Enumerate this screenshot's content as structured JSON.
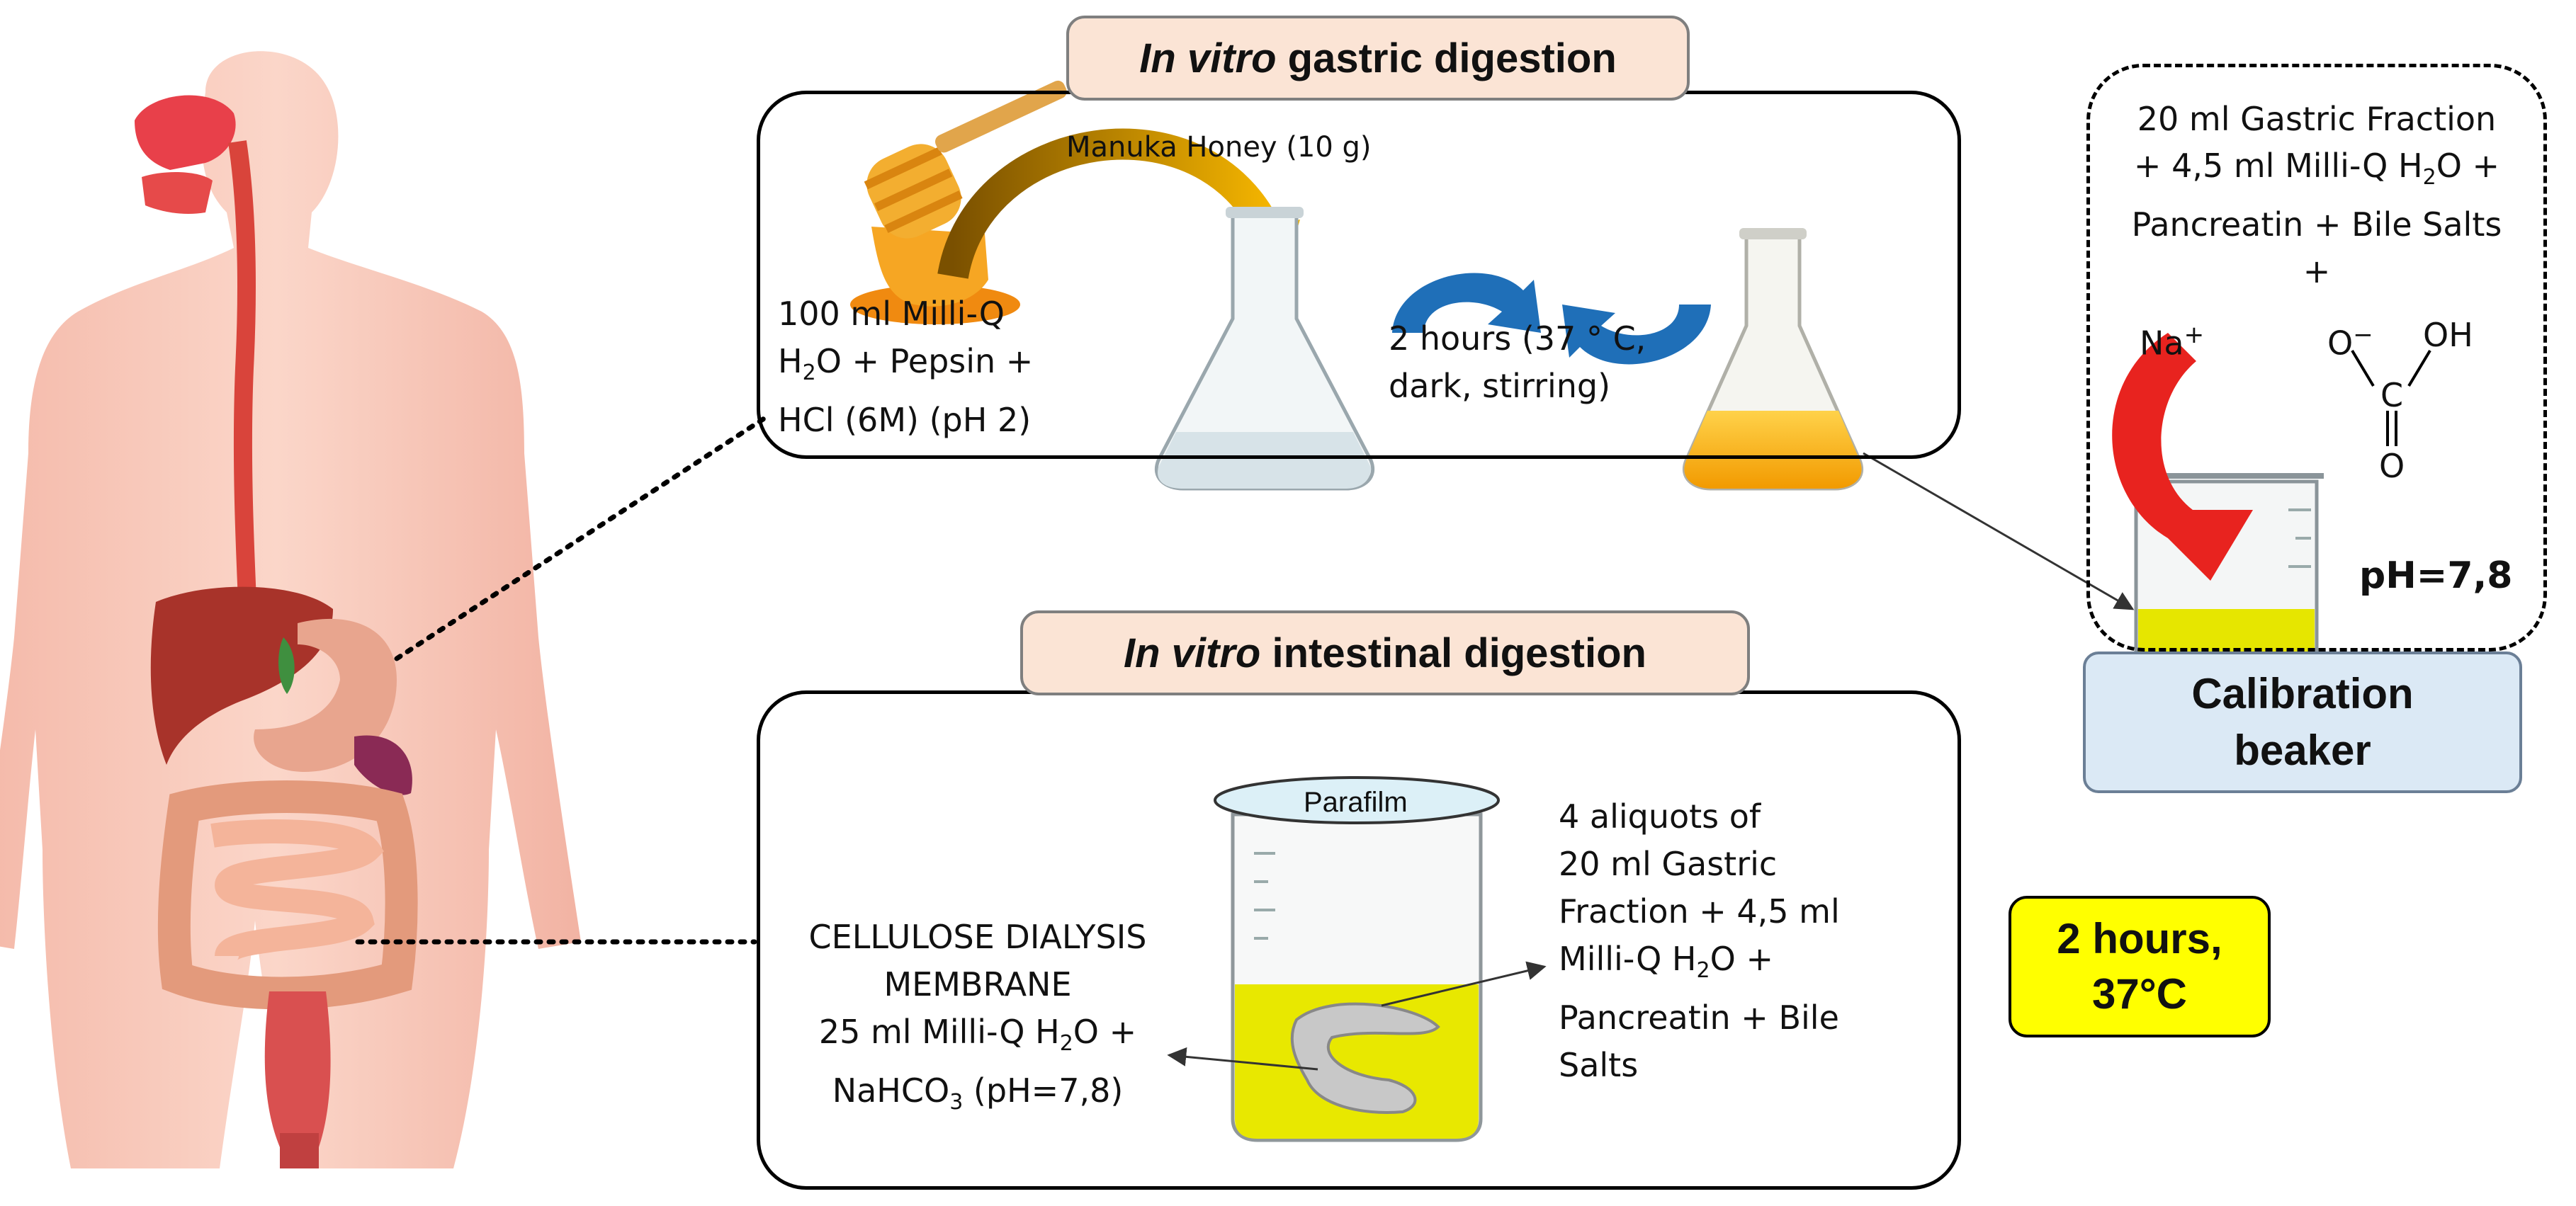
{
  "gastric": {
    "title_italic": "In vitro",
    "title_rest": " gastric digestion",
    "honey_label": "Manuka Honey (10 g)",
    "medium_line1": "100 ml Milli-Q",
    "medium_line2_pre": "H",
    "medium_line2_sub": "2",
    "medium_line2_post": "O + Pepsin +",
    "medium_line3": "HCl (6M) (pH 2)",
    "incubation_line1": "2 hours (37 ° C,",
    "incubation_line2": "dark, stirring)"
  },
  "calibration": {
    "line1": "20 ml Gastric Fraction",
    "line2_pre": "+ 4,5 ml Milli-Q H",
    "line2_sub": "2",
    "line2_post": "O +",
    "line3": "Pancreatin + Bile Salts",
    "plus": "+",
    "sodium": "Na",
    "sodium_charge": "+",
    "o_minus": "O",
    "o_minus_charge": "−",
    "oh": "OH",
    "carbon": "C",
    "oxygen": "O",
    "ph": "pH=7,8",
    "box_line1": "Calibration",
    "box_line2": "beaker"
  },
  "intestinal": {
    "title_italic": "In vitro",
    "title_rest": " intestinal digestion",
    "parafilm": "Parafilm",
    "membrane_line1": "CELLULOSE DIALYSIS",
    "membrane_line2": "MEMBRANE",
    "membrane_line3_pre": "25 ml Milli-Q H",
    "membrane_line3_sub": "2",
    "membrane_line3_post": "O +",
    "membrane_line4_pre": "NaHCO",
    "membrane_line4_sub": "3",
    "membrane_line4_post": " (pH=7,8)",
    "aliquot_line1": "4 aliquots of",
    "aliquot_line2": "20 ml Gastric",
    "aliquot_line3": "Fraction + 4,5 ml",
    "aliquot_line4_pre": "Milli-Q H",
    "aliquot_line4_sub": "2",
    "aliquot_line4_post": "O +",
    "aliquot_line5": "Pancreatin + Bile",
    "aliquot_line6": "Salts"
  },
  "hours_box": {
    "line1": "2 hours,",
    "line2": "37°C"
  },
  "colors": {
    "title_fill": "#fbe4d5",
    "calibration_fill": "#dbe9f5",
    "hours_fill": "#ffff00",
    "rotation_arrow": "#1f6fb8",
    "red_arrow": "#e8231f",
    "yellow_liquid": "#e6e600",
    "honey": "#f0a020"
  }
}
